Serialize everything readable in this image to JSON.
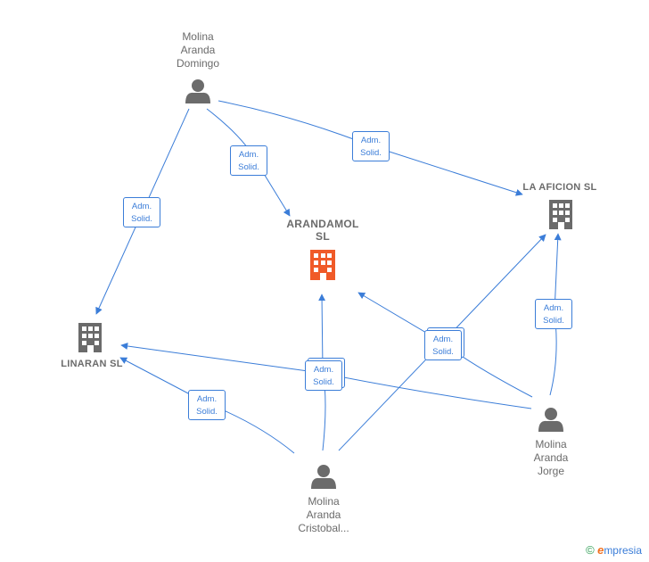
{
  "nodes": {
    "domingo": {
      "label": "Molina\nAranda\nDomingo"
    },
    "arandamol": {
      "label": "ARANDAMOL\nSL"
    },
    "la_aficion": {
      "label": "LA AFICION  SL"
    },
    "linaran": {
      "label": "LINARAN  SL"
    },
    "jorge": {
      "label": "Molina\nAranda\nJorge"
    },
    "cristobal": {
      "label": "Molina\nAranda\nCristobal..."
    }
  },
  "edge_label": "Adm.\nSolid.",
  "badges": [
    {
      "label": "Adm.\nSolid."
    },
    {
      "label": "Adm.\nSolid."
    },
    {
      "label": "Adm.\nSolid."
    },
    {
      "label": "Adm.\nSolid."
    },
    {
      "label": "Adm.\nSolid."
    },
    {
      "label": "Adm.\nSolid."
    },
    {
      "label": "Adm.\nSolid."
    }
  ],
  "colors": {
    "edge": "#3b7dd8",
    "person": "#6b6b6b",
    "company": "#6b6b6b",
    "main_company": "#f05a28"
  },
  "icons": {
    "person": "person-icon",
    "company": "building-icon"
  },
  "watermark": {
    "symbol": "©",
    "brand_initial": "e",
    "brand_rest": "mpresia"
  }
}
